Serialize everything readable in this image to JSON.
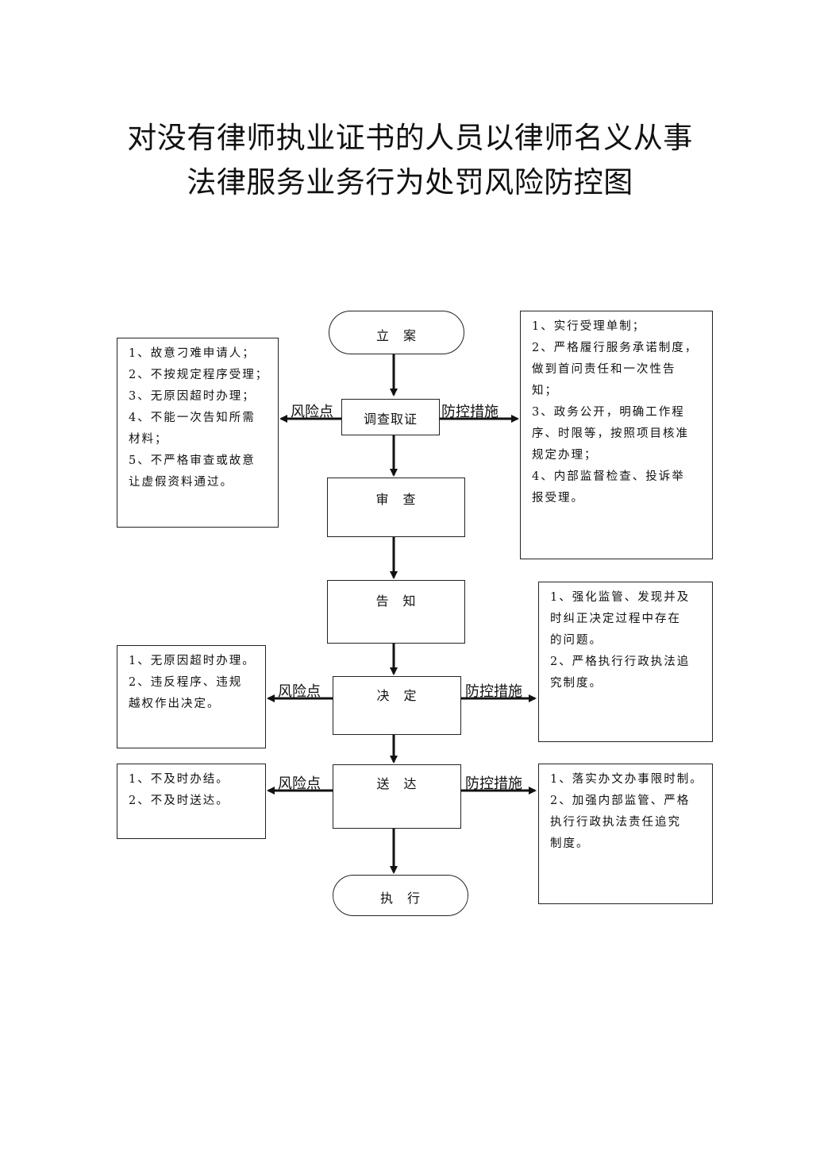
{
  "title": {
    "line1": "对没有律师执业证书的人员以律师名义从事",
    "line2": "法律服务业务行为处罚风险防控图"
  },
  "flow": {
    "start": "立　案",
    "investigate": "调查取证",
    "review": "审　查",
    "notify": "告　知",
    "decide": "决　定",
    "deliver": "送　达",
    "execute": "执　行"
  },
  "labels": {
    "risk_point": "风险点",
    "control_measure": "防控措施"
  },
  "risk_boxes": {
    "investigate": [
      "1、故意刁难申请人；",
      "2、不按规定程序受理；",
      "3、无原因超时办理；",
      "4、不能一次告知所需",
      "材料；",
      "5、不严格审查或故意",
      "让虚假资料通过。"
    ],
    "decide": [
      "1、无原因超时办理。",
      "2、违反程序、违规",
      "越权作出决定。"
    ],
    "deliver": [
      "1、不及时办结。",
      "2、不及时送达。"
    ]
  },
  "control_boxes": {
    "investigate": [
      "1、实行受理单制；",
      "2、严格履行服务承诺制度，",
      "做到首问责任和一次性告",
      "知；",
      "3、政务公开，明确工作程",
      "序、时限等，按照项目核准",
      "规定办理；",
      "4、内部监督检查、投诉举",
      "报受理。"
    ],
    "decide": [
      "1、强化监管、发现并及",
      "时纠正决定过程中存在",
      "的问题。",
      "2、严格执行行政执法追",
      "究制度。"
    ],
    "deliver": [
      "1、落实办文办事限时制。",
      "2、加强内部监管、严格",
      "执行行政执法责任追究",
      "制度。"
    ]
  }
}
